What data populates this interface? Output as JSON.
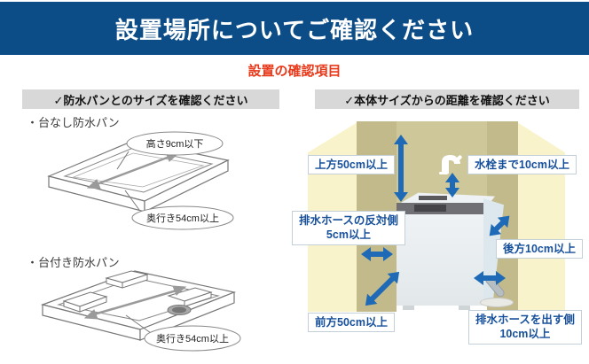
{
  "title": "設置場所についてご確認ください",
  "subtitle": "設置の確認項目",
  "left": {
    "heading": "✓防水パンとのサイズを確認ください",
    "item1_label": "・台なし防水パン",
    "item2_label": "・台付き防水パン",
    "pan1_callout_height": "高さ9cm以下",
    "pan1_callout_depth": "奥行き54cm以上",
    "pan2_callout_depth": "奥行き54cm以上"
  },
  "right": {
    "heading": "✓本体サイズからの距離を確認ください",
    "label_top": "上方50cm以上",
    "label_faucet": "水栓まで10cm以上",
    "label_opposite_1": "排水ホースの反対側",
    "label_opposite_2": "5cm以上",
    "label_rear": "後方10cm以上",
    "label_front": "前方50cm以上",
    "label_hose_1": "排水ホースを出す側",
    "label_hose_2": "10cm以上"
  },
  "colors": {
    "header_bg": "#0c4d88",
    "accent_red": "#e8391a",
    "label_blue": "#164f9a",
    "arrow_blue": "#1e6ab6",
    "section_bar_gray": "#d8d8d8",
    "wall_tan": "#cec79a",
    "wall_tan_dark": "#c3ba8c",
    "wall_pale_yellow": "#f8f3cb"
  }
}
